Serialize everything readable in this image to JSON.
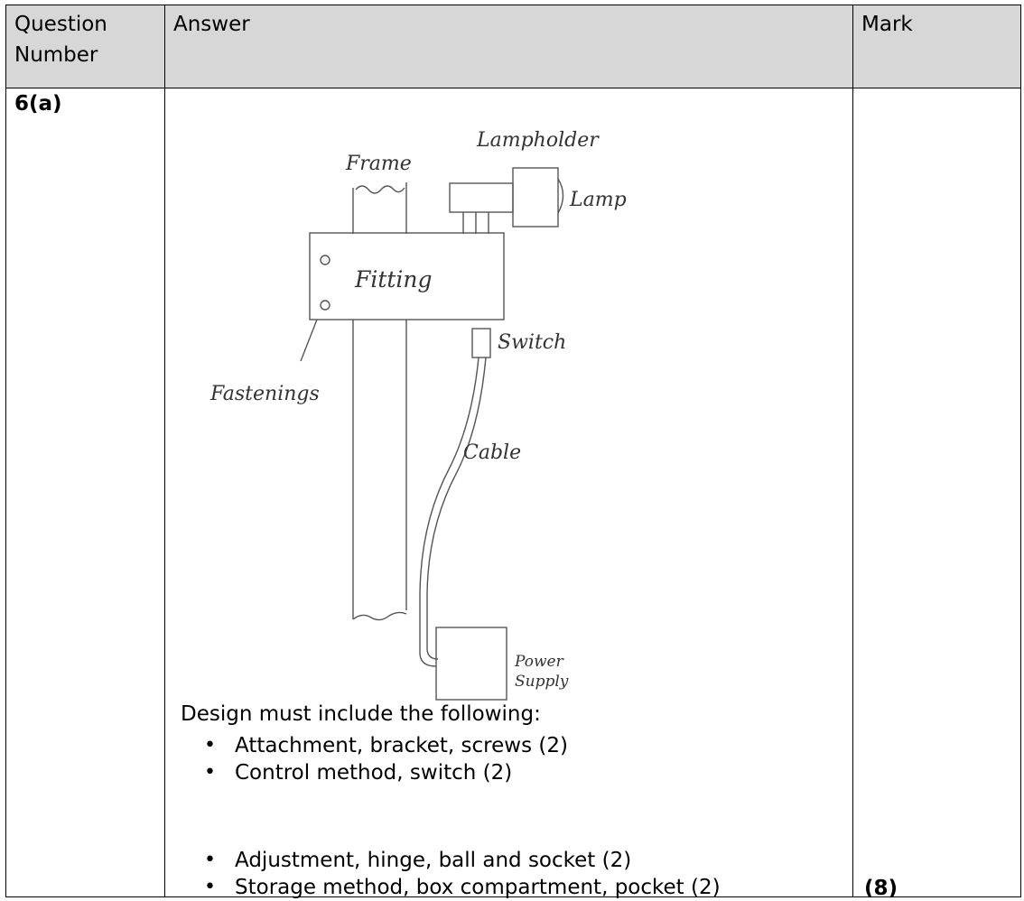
{
  "header": {
    "question": "Question Number",
    "answer": "Answer",
    "mark": "Mark"
  },
  "row": {
    "question_number": "6(a)",
    "sketch_labels": {
      "frame": "Frame",
      "lampholder": "Lampholder",
      "lamp": "Lamp",
      "fitting": "Fitting",
      "switch": "Switch",
      "fastenings": "Fastenings",
      "cable": "Cable",
      "power": "Power",
      "supply": "Supply"
    },
    "design_intro": "Design must include the following:",
    "requirements_a": [
      "Attachment, bracket, screws (2)",
      "Control method, switch (2)"
    ],
    "requirements_b": [
      "Adjustment, hinge, ball and socket (2)",
      "Storage method, box compartment, pocket (2)"
    ],
    "mark": "(8)"
  }
}
